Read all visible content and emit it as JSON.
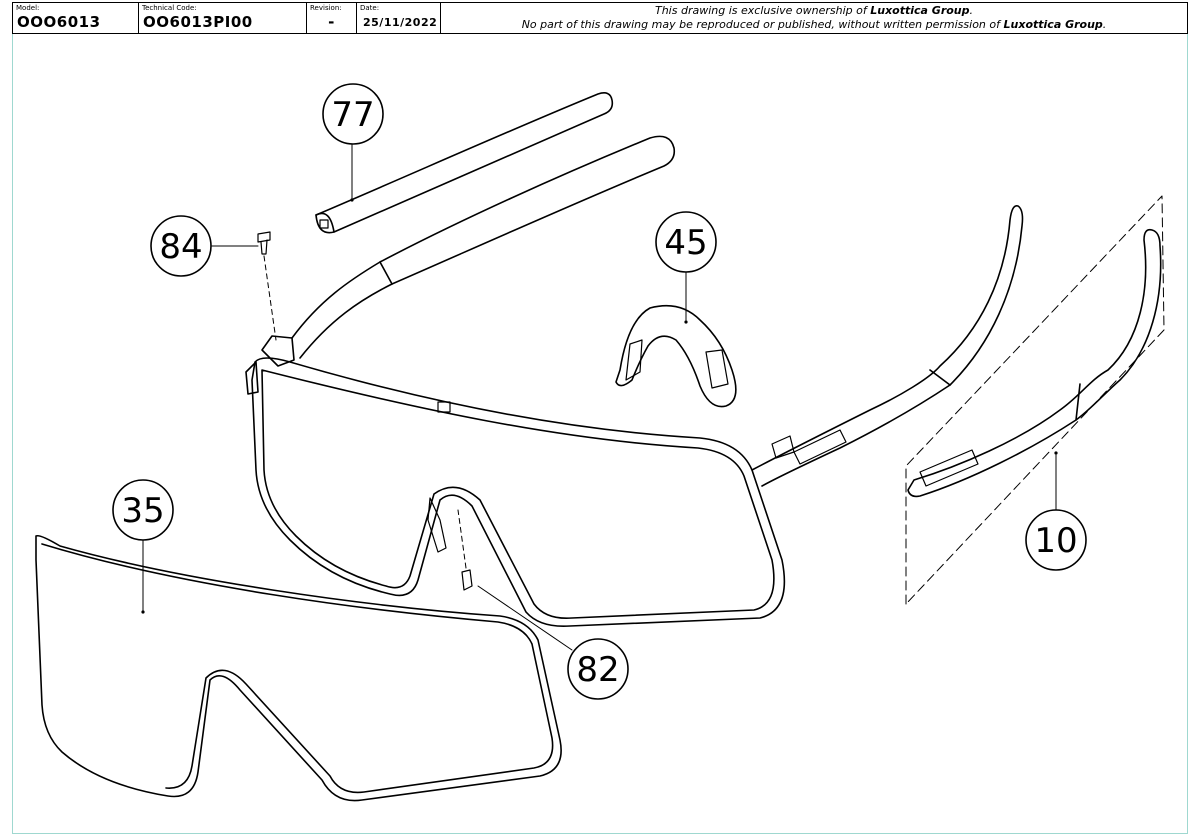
{
  "title_block": {
    "model_label": "Model:",
    "model_value": "OOO6013",
    "technical_code_label": "Technical Code:",
    "technical_code_value": "OO6013PI00",
    "revision_label": "Revision:",
    "revision_value": "-",
    "date_label": "Date:",
    "date_value": "25/11/2022",
    "notice_line1_prefix": "This drawing is exclusive ownership of ",
    "notice_line1_owner": "Luxottica Group",
    "notice_line1_suffix": ".",
    "notice_line2_prefix": "No part of this drawing may be reproduced or published, without written permission of ",
    "notice_line2_owner": "Luxottica Group",
    "notice_line2_suffix": "."
  },
  "callouts": [
    {
      "id": "77",
      "label": "77",
      "part": "temple sleeve"
    },
    {
      "id": "84",
      "label": "84",
      "part": "screw"
    },
    {
      "id": "45",
      "label": "45",
      "part": "nose pad"
    },
    {
      "id": "35",
      "label": "35",
      "part": "lens"
    },
    {
      "id": "10",
      "label": "10",
      "part": "temple"
    },
    {
      "id": "82",
      "label": "82",
      "part": "pin"
    }
  ]
}
